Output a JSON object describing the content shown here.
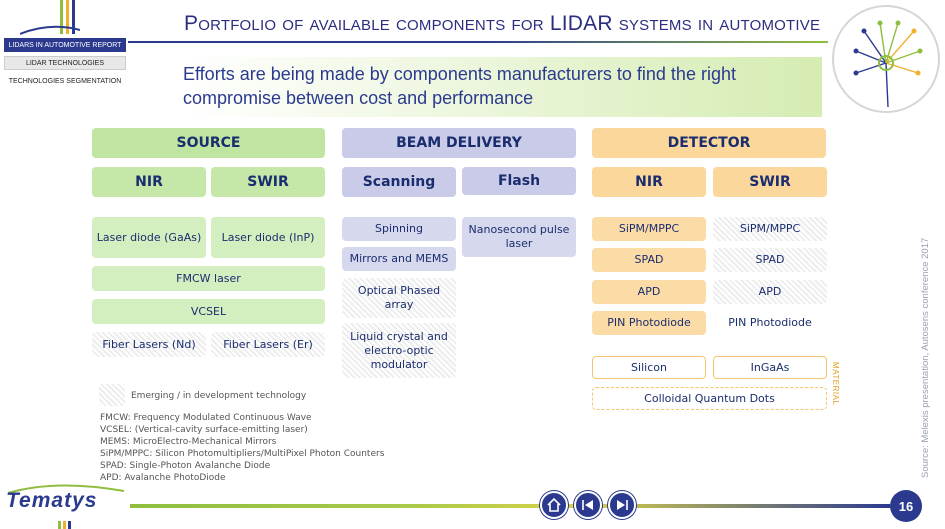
{
  "header": {
    "title": "Portfolio of available components for LIDAR systems in automotive",
    "subtitle": "Efforts are being made by components manufacturers to find the right compromise between cost and performance"
  },
  "nav": {
    "tab1": "LIDARS IN AUTOMOTIVE REPORT",
    "tab2": "LIDAR TECHNOLOGIES",
    "tab3": "TECHNOLOGIES SEGMENTATION"
  },
  "source": {
    "heading": "SOURCE",
    "nir": "NIR",
    "swir": "SWIR",
    "laser_gaas": "Laser diode (GaAs)",
    "laser_inp": "Laser diode (InP)",
    "fmcw": "FMCW laser",
    "vcsel": "VCSEL",
    "fiber_nd": "Fiber Lasers (Nd)",
    "fiber_er": "Fiber Lasers (Er)"
  },
  "beam": {
    "heading": "BEAM DELIVERY",
    "scanning": "Scanning",
    "flash": "Flash",
    "spinning": "Spinning",
    "mems": "Mirrors and MEMS",
    "opa": "Optical Phased array",
    "lc": "Liquid crystal and electro-optic modulator",
    "nano": "Nanosecond pulse laser"
  },
  "detector": {
    "heading": "DETECTOR",
    "nir": "NIR",
    "swir": "SWIR",
    "nir_items": [
      "SiPM/MPPC",
      "SPAD",
      "APD",
      "PIN Photodiode"
    ],
    "swir_items": [
      "SiPM/MPPC",
      "SPAD",
      "APD",
      "PIN Photodiode"
    ],
    "silicon": "Silicon",
    "ingaas": "InGaAs",
    "qd": "Colloidal Quantum Dots",
    "material": "MATERIAL"
  },
  "legend": {
    "emerging": "Emerging / in development technology",
    "defs": [
      "FMCW: Frequency Modulated Continuous Wave",
      "VCSEL: (Vertical-cavity surface-emitting laser)",
      "MEMS: MicroElectro-Mechanical Mirrors",
      "SiPM/MPPC: Silicon Photomultipliers/MultiPixel Photon Counters",
      "SPAD: Single-Photon Avalanche Diode",
      "APD: Avalanche PhotoDiode"
    ]
  },
  "source_note": "Source: Melexis presentation, Autosens conference 2017",
  "footer": {
    "brand": "Tematys",
    "page_number": "16"
  },
  "colors": {
    "brand_blue": "#2b3a8f",
    "green": "#bfe5a1",
    "purple": "#c9cbe8",
    "orange": "#fbd79c"
  }
}
